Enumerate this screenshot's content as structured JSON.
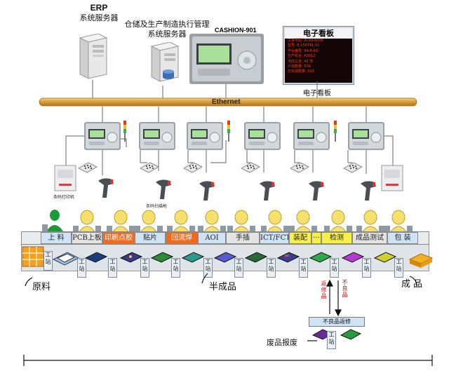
{
  "servers": {
    "erp_line1": "ERP",
    "erp_line2": "系统服务器",
    "mes_line1": "仓储及生产制造执行管理",
    "mes_line2": "系统服务器"
  },
  "device": {
    "model": "CASHION-901"
  },
  "board": {
    "title": "电子看板",
    "rows": [
      "工单号码: JR-09-0006",
      "型号: E-156741-01",
      "作业编号: 9A-B-6G",
      "生产机台: A3012",
      "当前工单: 45 件",
      "计划数量: 639",
      "日完成数量: 503"
    ],
    "caption": "电子看板"
  },
  "network": {
    "label": "Ethernet"
  },
  "captions": {
    "printer": "条码打印机",
    "scanner": "条码扫描枪"
  },
  "stations": [
    "上 料",
    "PCB上板",
    "印刷点胶",
    "贴片",
    "回流焊",
    "AOI",
    "手插",
    "ICT/FCT",
    "装配",
    "···",
    "检测",
    "成品测试",
    "包 装"
  ],
  "workstation": "工站",
  "labels": {
    "raw": "原料",
    "semi": "半成品",
    "finished": "成 品",
    "repair_return": "返修品",
    "defect": "不良品",
    "repair_station": "不良品返修",
    "scrap": "废品报废"
  },
  "colors": {
    "orange": "#f36a1a",
    "yellow": "#f8f04a",
    "blue": "#cfe3f5",
    "gray": "#e4e4e4",
    "bus": "#d7a34a"
  }
}
